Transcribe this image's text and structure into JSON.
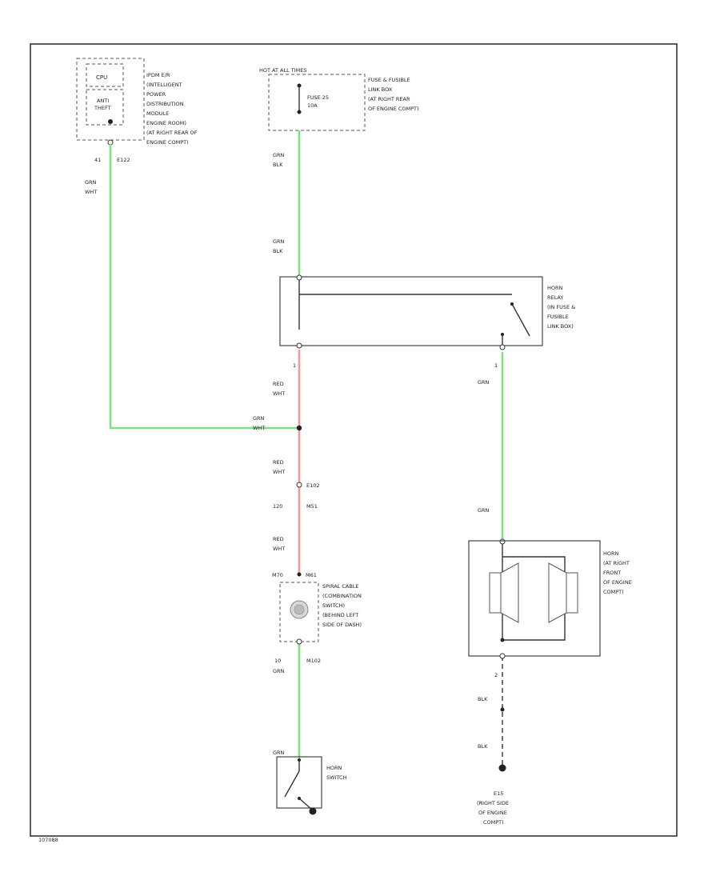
{
  "colors": {
    "green_wire": "#7ee07e",
    "red_wire": "#f29a9a",
    "black": "#222222"
  },
  "ipdm": {
    "title_lines": [
      "IPDM E/R",
      "(INTELLIGENT",
      "POWER",
      "DISTRIBUTION",
      "MODULE",
      "ENGINE ROOM)",
      "(AT RIGHT REAR OF",
      "ENGINE COMPT)"
    ],
    "cpu_label": "CPU",
    "anti_theft_label_1": "ANTI",
    "anti_theft_label_2": "THEFT",
    "pin": "41",
    "connector": "E122",
    "wire_color_1": "GRN",
    "wire_color_2": "WHT"
  },
  "fuse": {
    "supply_label": "HOT AT ALL TIMES",
    "fuse_label_1": "FUSE 25",
    "fuse_label_2": "10A",
    "box_label_lines": [
      "FUSE & FUSIBLE",
      "LINK BOX",
      "(AT RIGHT REAR",
      "OF ENGINE COMPT)"
    ],
    "wire_color_top_1": "GRN",
    "wire_color_top_2": "BLK",
    "wire_color_bot_1": "GRN",
    "wire_color_bot_2": "BLK"
  },
  "relay": {
    "label_lines": [
      "HORN",
      "RELAY",
      "(IN FUSE &",
      "FUSIBLE",
      "LINK BOX)"
    ],
    "pin_left": "1",
    "pin_right": "1"
  },
  "left_branch": {
    "wire_a_1": "RED",
    "wire_a_2": "WHT",
    "splice_wire_1": "GRN",
    "splice_wire_2": "WHT",
    "wire_b_1": "RED",
    "wire_b_2": "WHT",
    "connector_e": "E102",
    "pin_left": "120",
    "connector_m": "M51",
    "wire_c_1": "RED",
    "wire_c_2": "WHT"
  },
  "spiral": {
    "pin_left": "M70",
    "connector": "M61",
    "label_lines": [
      "SPIRAL CABLE",
      "(COMBINATION",
      "SWITCH)",
      "(BEHIND LEFT",
      "SIDE OF DASH)"
    ],
    "pin_bottom": "10",
    "connector_bottom": "M102",
    "wire_color": "GRN"
  },
  "horn_switch": {
    "wire_label": "GRN",
    "label_lines": [
      "HORN",
      "SWITCH"
    ]
  },
  "right_branch": {
    "wire_a": "GRN",
    "wire_b": "GRN"
  },
  "horn": {
    "label_lines": [
      "HORN",
      "(AT RIGHT",
      "FRONT",
      "OF ENGINE",
      "COMPT)"
    ],
    "pin_bottom": "2",
    "wire_a": "BLK",
    "wire_b": "BLK"
  },
  "ground": {
    "label_lines": [
      "E15",
      "(RIGHT SIDE",
      "OF ENGINE",
      "COMPT)"
    ]
  },
  "footer": {
    "code": "107088"
  }
}
